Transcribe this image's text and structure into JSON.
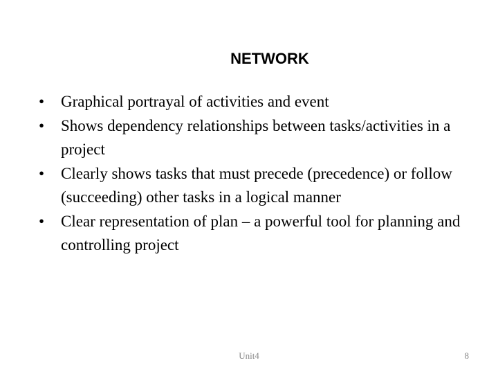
{
  "slide": {
    "title": "NETWORK",
    "bullets": [
      "Graphical portrayal of activities and event",
      "Shows dependency relationships between tasks/activities in a project",
      "Clearly shows tasks that must precede (precedence) or follow (succeeding) other tasks in a logical manner",
      "Clear representation of plan – a powerful tool for planning and controlling project"
    ],
    "bullet_symbol": "•",
    "footer": "Unit4",
    "page_number": "8"
  }
}
